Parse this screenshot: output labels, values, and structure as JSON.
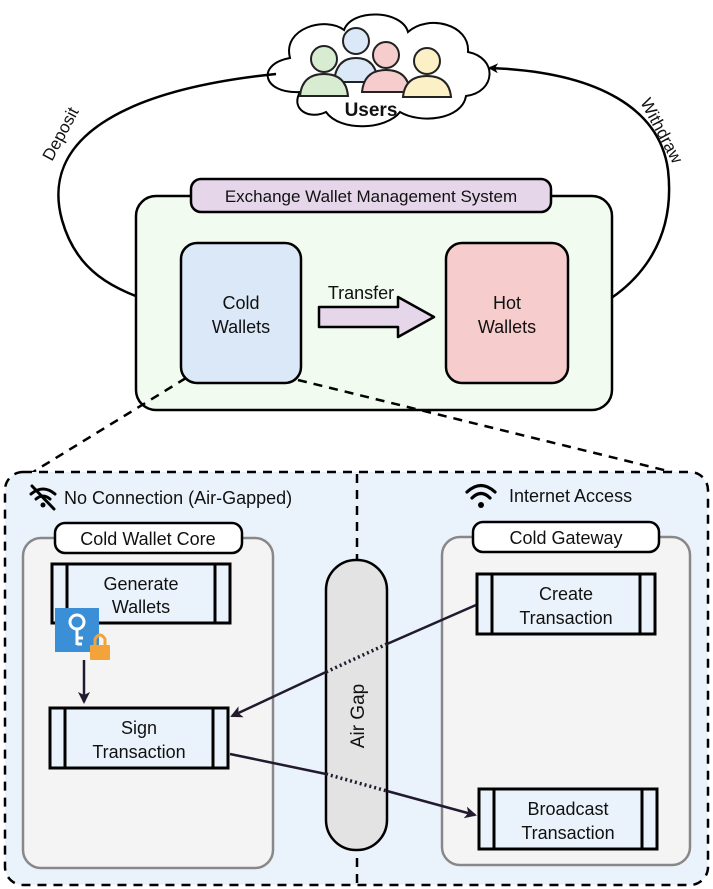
{
  "colors": {
    "system_fill": "#f1fbef",
    "title_pill_fill": "#e5d6ea",
    "cold_wallet_fill": "#dbe8f8",
    "hot_wallet_fill": "#f6cccc",
    "transfer_arrow_fill": "#e5d6ea",
    "lower_region_fill": "#eaf3fb",
    "core_fill": "#f4f4f4",
    "air_gap_fill": "#e3e3e3",
    "key_icon_blue": "#3b8fd6",
    "lock_icon_orange": "#f2a33a",
    "user_green": "#d8ecd1",
    "user_blue": "#dbe8f8",
    "user_pink": "#f6cccc",
    "user_yellow": "#fbf0c6"
  },
  "users": {
    "label": "Users",
    "icon": "users-group-icon"
  },
  "edges": {
    "deposit": "Deposit",
    "withdraw": "Withdraw",
    "transfer": "Transfer"
  },
  "system": {
    "title": "Exchange Wallet Management System",
    "cold_wallets": [
      "Cold",
      "Wallets"
    ],
    "hot_wallets": [
      "Hot",
      "Wallets"
    ]
  },
  "offline": {
    "header": "No Connection (Air-Gapped)",
    "icon": "wifi-off-icon",
    "core_title": "Cold Wallet Core",
    "generate": [
      "Generate",
      "Wallets"
    ],
    "sign": [
      "Sign",
      "Transaction"
    ],
    "key_icon": "key-lock-icon"
  },
  "air_gap": {
    "label": "Air Gap"
  },
  "online": {
    "header": "Internet Access",
    "icon": "wifi-icon",
    "gateway_title": "Cold Gateway",
    "create": [
      "Create",
      "Transaction"
    ],
    "broadcast": [
      "Broadcast",
      "Transaction"
    ]
  }
}
